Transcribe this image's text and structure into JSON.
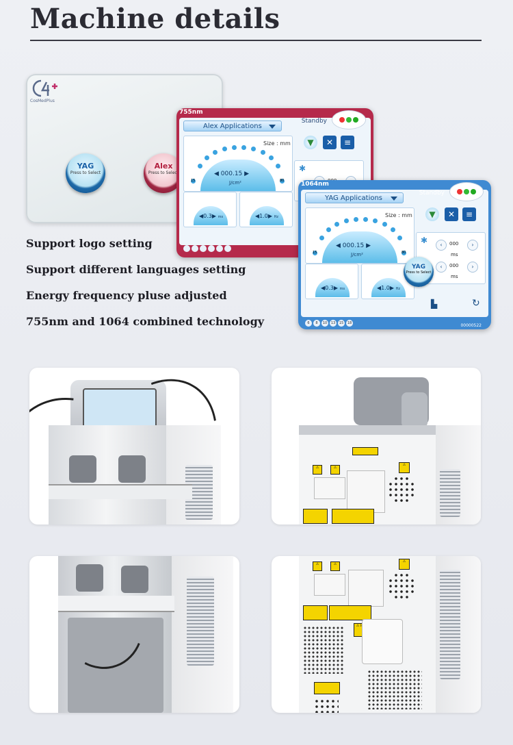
{
  "page": {
    "title": "Machine details"
  },
  "home_screen": {
    "brand": "CosMedPlus",
    "yag_button": {
      "label": "YAG",
      "sub": "Press to Select"
    },
    "alex_button": {
      "label": "Alex",
      "sub": "Press to Select"
    }
  },
  "alex_screen": {
    "wavelength": "755nm",
    "application": "Alex Applications",
    "status": "Standby",
    "size_label": "Size :",
    "size_unit": "mm",
    "fluence": "000.15",
    "fluence_unit": "J/cm²",
    "scale_min": "15",
    "scale_max": "80",
    "pulse": "0.3",
    "pulse_unit": "ms",
    "freq": "1.0",
    "freq_unit": "Hz",
    "delay_value": "000"
  },
  "yag_screen": {
    "wavelength": "1064nm",
    "application": "YAG Applications",
    "status": "Standby",
    "size_label": "Size :",
    "size_unit": "mm",
    "fluence": "000.15",
    "fluence_unit": "J/cm²",
    "scale_min": "15",
    "scale_max": "80",
    "pulse": "0.3",
    "pulse_unit": "ms",
    "freq": "1.0",
    "freq_unit": "Hz",
    "delay1": "000",
    "delay1_unit": "ms",
    "delay2": "000",
    "delay2_unit": "ms",
    "yag_button": {
      "label": "YAG",
      "sub": "Press to Select"
    },
    "serial": "00000522",
    "footer_numbers": [
      "6",
      "8",
      "10",
      "13",
      "15",
      "18"
    ]
  },
  "features": [
    "Support logo setting",
    "Support different languages setting",
    "Energy frequency pluse adjusted",
    "755nm and 1064 combined technology"
  ],
  "colors": {
    "alex_accent": "#b52a4b",
    "yag_accent": "#3f8ad2",
    "warning_yellow": "#f4d400"
  }
}
